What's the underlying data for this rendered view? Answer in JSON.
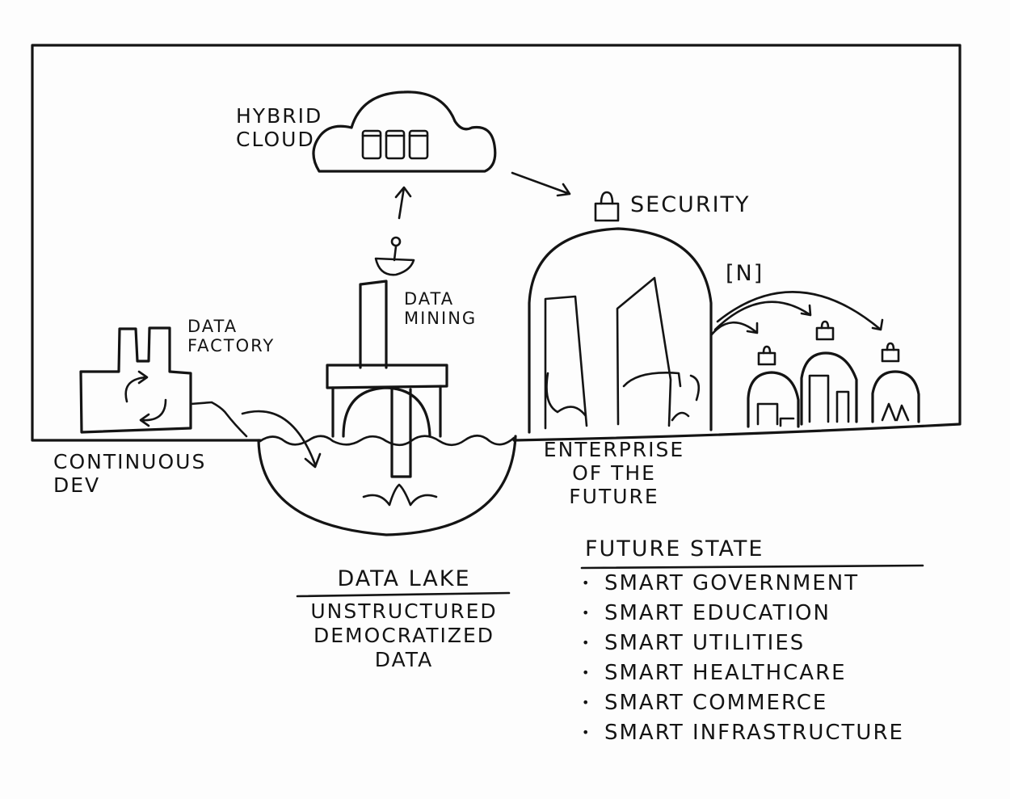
{
  "labels": {
    "hybrid_cloud": [
      "HYBRID",
      "CLOUD"
    ],
    "security": "SECURITY",
    "n_badge": "[n]",
    "data_mining": [
      "DATA",
      "MINING"
    ],
    "data_factory": [
      "DATA",
      "FACTORY"
    ],
    "continuous_dev": [
      "CONTINUOUS",
      "DEV"
    ],
    "enterprise": [
      "ENTERPRISE",
      "OF THE",
      "FUTURE"
    ],
    "data_lake": {
      "title": "DATA LAKE",
      "subtitle": [
        "UNSTRUCTURED",
        "DEMOCRATIZED",
        "DATA"
      ]
    }
  },
  "future_state": {
    "title": "FUTURE STATE",
    "items": [
      "SMART GOVERNMENT",
      "SMART EDUCATION",
      "SMART UTILITIES",
      "SMART HEALTHCARE",
      "SMART COMMERCE",
      "SMART INFRASTRUCTURE"
    ]
  },
  "colors": {
    "ink": "#141414",
    "paper": "#fdfdfd"
  }
}
